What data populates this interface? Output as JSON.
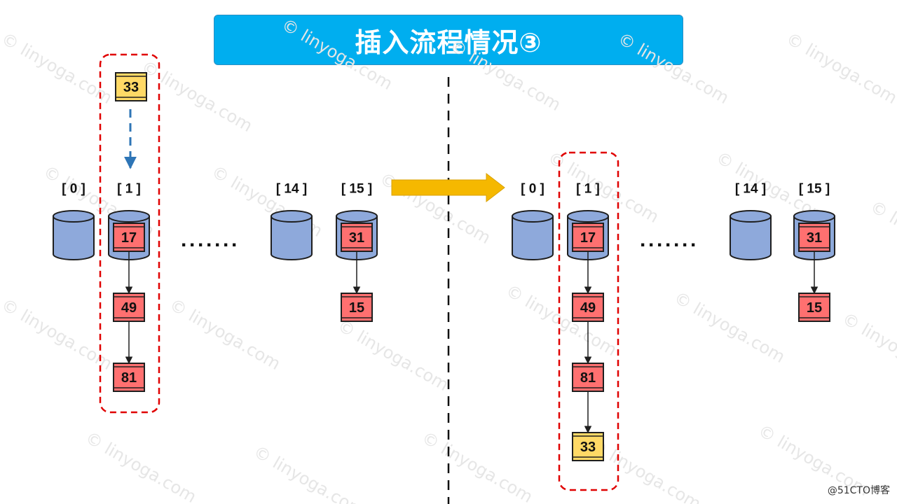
{
  "title": "插入流程情况③",
  "watermark": "© linyoga.com",
  "credit": "@51CTO博客",
  "colors": {
    "title_bg": "#00AEEF",
    "bucket_fill": "#8EA9DB",
    "bucket_stroke": "#1f1f1f",
    "node_red": "#FF7070",
    "node_yellow": "#FFD966",
    "frame_red": "#E00000",
    "arrow_blue": "#2E75B6",
    "arrow_gold": "#F5B800"
  },
  "ellipsis": "·······",
  "before": {
    "bucket_labels": [
      "[ 0 ]",
      "[ 1 ]",
      "[ 14 ]",
      "[ 15 ]"
    ],
    "incoming_node": "33",
    "bucket1_chain": [
      "17",
      "49",
      "81"
    ],
    "bucket15_chain": [
      "31",
      "15"
    ]
  },
  "after": {
    "bucket_labels": [
      "[ 0 ]",
      "[ 1 ]",
      "[ 14 ]",
      "[ 15 ]"
    ],
    "bucket1_chain": [
      "17",
      "49",
      "81",
      "33"
    ],
    "bucket15_chain": [
      "31",
      "15"
    ]
  }
}
